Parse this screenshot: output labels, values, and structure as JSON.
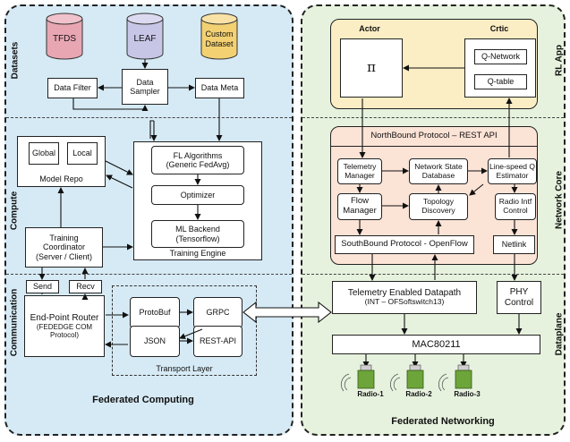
{
  "left_panel": {
    "title": "Federated Computing",
    "sections": {
      "datasets": "Datasets",
      "compute": "Compute",
      "communication": "Communication"
    },
    "datasets": {
      "cyl1": "TFDS",
      "cyl2": "LEAF",
      "cyl3_line1": "Custom",
      "cyl3_line2": "Dataset"
    },
    "data_filter": "Data Filter",
    "data_sampler_1": "Data",
    "data_sampler_2": "Sampler",
    "data_meta": "Data Meta",
    "model_repo": {
      "title": "Model Repo",
      "global": "Global",
      "local": "Local"
    },
    "training_engine": {
      "title": "Training Engine",
      "fl_1": "FL Algorithms",
      "fl_2": "(Generic FedAvg)",
      "optimizer": "Optimizer",
      "ml_1": "ML Backend",
      "ml_2": "(Tensorflow)"
    },
    "coordinator": {
      "l1": "Training",
      "l2": "Coordinator",
      "l3": "(Server / Client)"
    },
    "send": "Send",
    "recv": "Recv",
    "endpoint": {
      "l1": "End-Point Router",
      "l2": "(FEDEDGE COM",
      "l3": "Protocol)"
    },
    "transport": {
      "title": "Transport Layer",
      "protobuf": "ProtoBuf",
      "grpc": "GRPC",
      "json": "JSON",
      "rest": "REST-API"
    }
  },
  "right_panel": {
    "title": "Federated Networking",
    "sections": {
      "rl": "RL App",
      "core": "Network Core",
      "dataplane": "Dataplane"
    },
    "actor": "Actor",
    "pi": "π",
    "critic": "Crtic",
    "qnet": "Q-Network",
    "qtable": "Q-table",
    "northbound": "NorthBound Protocol – REST API",
    "telemetry_mgr_1": "Telemetry",
    "telemetry_mgr_2": "Manager",
    "nsdb_1": "Network State",
    "nsdb_2": "Database",
    "lineq_1": "Line-speed Q",
    "lineq_2": "Estimator",
    "flow_1": "Flow",
    "flow_2": "Manager",
    "topo_1": "Topology",
    "topo_2": "Discovery",
    "radio_intf_1": "Radio Intf",
    "radio_intf_2": "Control",
    "southbound": "SouthBound Protocol - OpenFlow",
    "netlink": "Netlink",
    "telemetry_dp_1": "Telemetry Enabled Datapath",
    "telemetry_dp_2": "(INT – OFSoftswitch13)",
    "phy_1": "PHY",
    "phy_2": "Control",
    "mac": "MAC80211",
    "radios": [
      "Radio-1",
      "Radio-2",
      "Radio-3"
    ]
  },
  "colors": {
    "left_bg": "#d6eaf5",
    "right_bg": "#e7f2de",
    "rl_bg": "#fbedc4",
    "core_bg": "#fbe3d6",
    "cyl_tfds": "#e8a6b3",
    "cyl_leaf": "#c8c6e6",
    "cyl_custom": "#f3d173",
    "usb_green": "#6da53a"
  }
}
